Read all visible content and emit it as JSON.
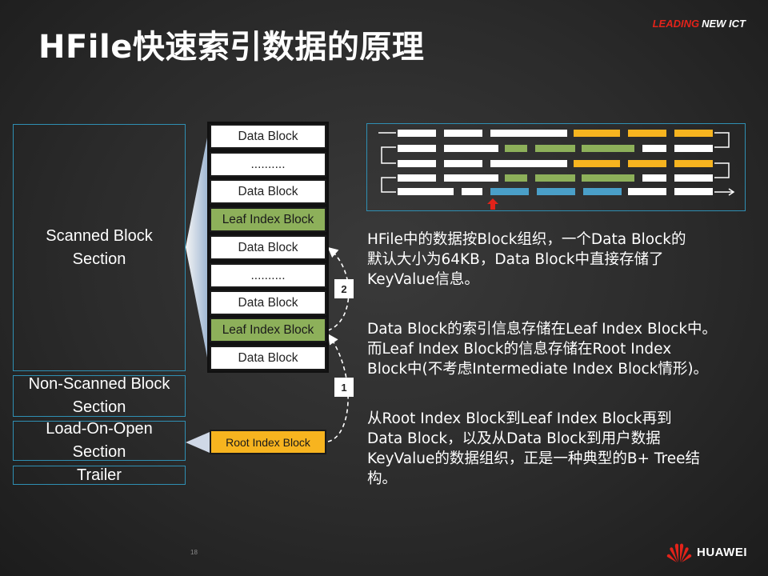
{
  "slide": {
    "title": "HFile快速索引数据的原理",
    "brand_part1": "LEADING",
    "brand_part2": "NEW ICT",
    "page_number": "18",
    "logo_text": "HUAWEI"
  },
  "sections": [
    {
      "lines": [
        "Scanned Block",
        "Section"
      ]
    },
    {
      "lines": [
        "Non-Scanned Block",
        "Section"
      ]
    },
    {
      "lines": [
        "Load-On-Open",
        "Section"
      ]
    },
    {
      "lines": [
        "Trailer"
      ]
    }
  ],
  "blocks": [
    {
      "label": "Data Block",
      "kind": "data"
    },
    {
      "label": "..........",
      "kind": "data"
    },
    {
      "label": "Data Block",
      "kind": "data"
    },
    {
      "label": "Leaf Index Block",
      "kind": "leaf"
    },
    {
      "label": "Data Block",
      "kind": "data"
    },
    {
      "label": "..........",
      "kind": "data"
    },
    {
      "label": "Data Block",
      "kind": "data"
    },
    {
      "label": "Leaf Index Block",
      "kind": "leaf"
    },
    {
      "label": "Data Block",
      "kind": "data"
    }
  ],
  "root_block": {
    "label": "Root Index Block"
  },
  "steps": [
    "1",
    "2"
  ],
  "paragraphs": [
    [
      "HFile中的数据按Block组织，一个Data  Block的",
      "默认大小为64KB，Data  Block中直接存储了",
      "KeyValue信息。"
    ],
    [
      "Data Block的索引信息存储在Leaf Index Block中。",
      "而Leaf Index Block的信息存储在Root  Index",
      "Block中(不考虑Intermediate Index Block情形)。"
    ],
    [
      "从Root Index Block到Leaf Index Block再到",
      "Data Block，以及从Data  Block到用户数据",
      "KeyValue的数据组织，正是一种典型的B+  Tree结",
      "构。"
    ]
  ],
  "colors": {
    "accent_border": "#2f8fb3",
    "leaf_block": "#8db05a",
    "root_block": "#f7b41f",
    "structure_blue": "#4a9fc8",
    "marker_red": "#e2231a",
    "brand_red": "#e2231a"
  }
}
